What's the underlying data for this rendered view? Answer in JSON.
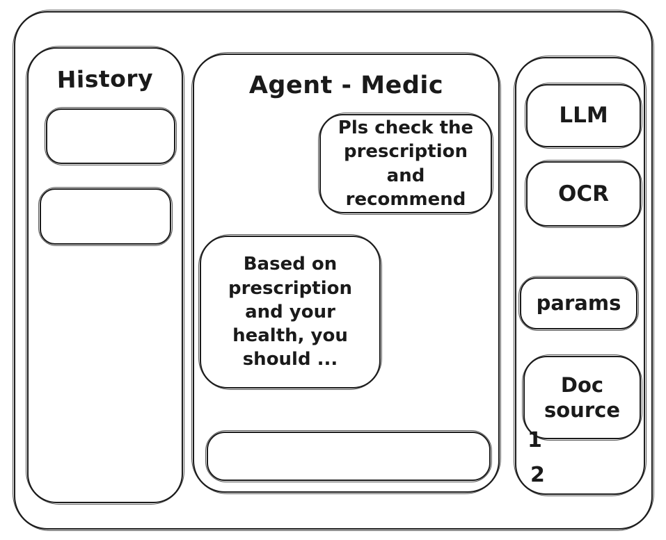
{
  "window": {
    "history_panel": {
      "title": "History",
      "items": [
        {
          "label": ""
        },
        {
          "label": ""
        }
      ]
    },
    "chat_panel": {
      "title": "Agent - Medic",
      "messages": [
        {
          "role": "user",
          "text": "Pls check the prescription and recommend"
        },
        {
          "role": "assistant",
          "text": "Based on prescription and your health, you should ..."
        }
      ],
      "input": {
        "value": "",
        "placeholder": ""
      }
    },
    "tools_panel": {
      "buttons": [
        {
          "label": "LLM"
        },
        {
          "label": "OCR"
        },
        {
          "label": "params"
        },
        {
          "label": "Doc source"
        }
      ],
      "doc_source_list": [
        "1",
        "2"
      ]
    }
  },
  "colors": {
    "ink": "#1a1a1a",
    "background": "#ffffff"
  }
}
